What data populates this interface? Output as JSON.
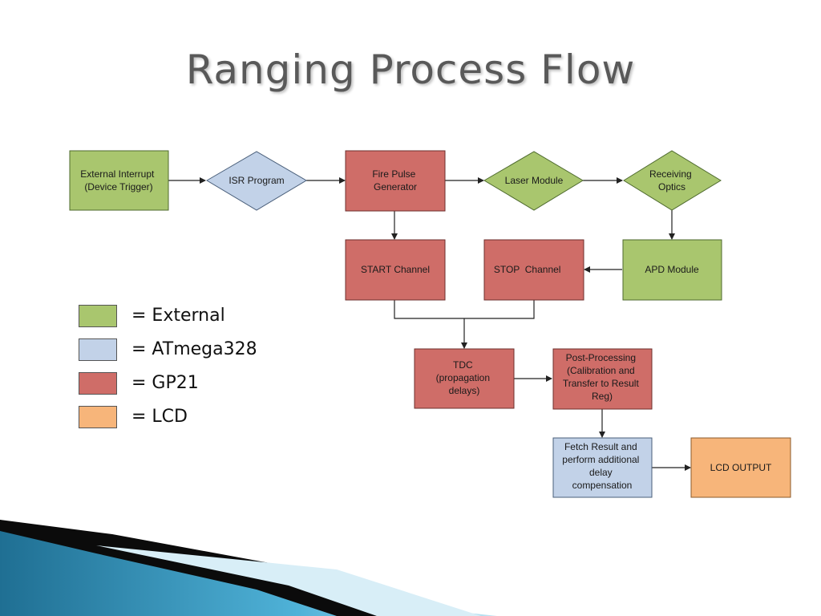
{
  "title": "Ranging Process Flow",
  "colors": {
    "external": "#a9c66e",
    "atmega328": "#c2d2e8",
    "gp21": "#cf6d68",
    "lcd": "#f7b57a"
  },
  "nodes": {
    "external_interrupt": [
      "External Interrupt",
      "(Device Trigger)"
    ],
    "isr_program": [
      "ISR Program"
    ],
    "fire_pulse_generator": [
      "Fire Pulse",
      "Generator"
    ],
    "laser_module": [
      "Laser Module"
    ],
    "receiving_optics": [
      "Receiving",
      "Optics"
    ],
    "start_channel": [
      "START Channel"
    ],
    "stop_channel": [
      "STOP  Channel"
    ],
    "apd_module": [
      "APD Module"
    ],
    "tdc": [
      "TDC",
      "(propagation",
      "delays)"
    ],
    "post_processing": [
      "Post-Processing",
      "(Calibration and",
      "Transfer to Result",
      "Reg)"
    ],
    "fetch_result": [
      "Fetch Result and",
      "perform additional",
      "delay",
      "compensation"
    ],
    "lcd_output": [
      "LCD OUTPUT"
    ]
  },
  "legend": [
    {
      "key": "external",
      "label": "= External"
    },
    {
      "key": "atmega328",
      "label": "= ATmega328"
    },
    {
      "key": "gp21",
      "label": "= GP21"
    },
    {
      "key": "lcd",
      "label": "= LCD"
    }
  ]
}
